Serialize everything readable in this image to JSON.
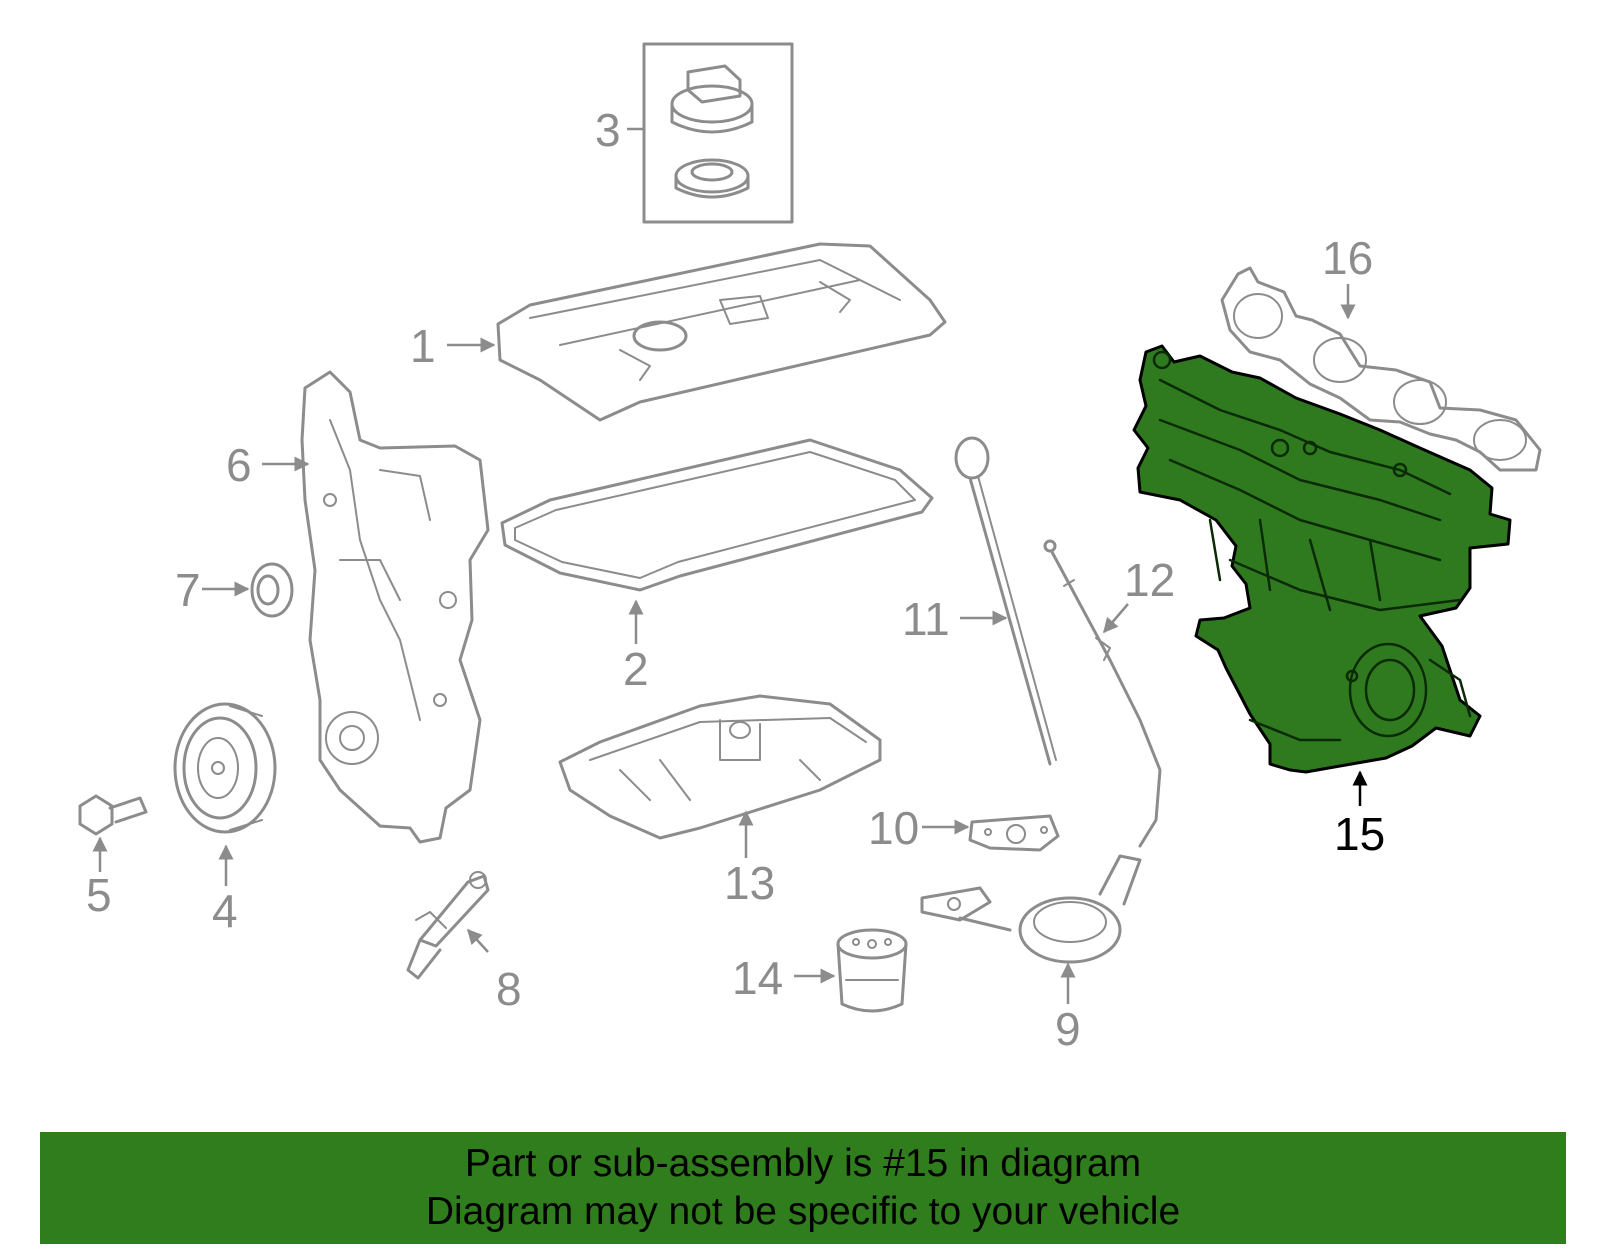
{
  "callouts": {
    "c1": "1",
    "c2": "2",
    "c3": "3",
    "c4": "4",
    "c5": "5",
    "c6": "6",
    "c7": "7",
    "c8": "8",
    "c9": "9",
    "c10": "10",
    "c11": "11",
    "c12": "12",
    "c13": "13",
    "c14": "14",
    "c15": "15",
    "c16": "16"
  },
  "highlight": {
    "part_number": "15",
    "color": "#2f7a1f"
  },
  "banner": {
    "line1": "Part or sub-assembly is #15 in diagram",
    "line2": "Diagram may not be specific to your vehicle",
    "color": "#2f7d1c"
  }
}
